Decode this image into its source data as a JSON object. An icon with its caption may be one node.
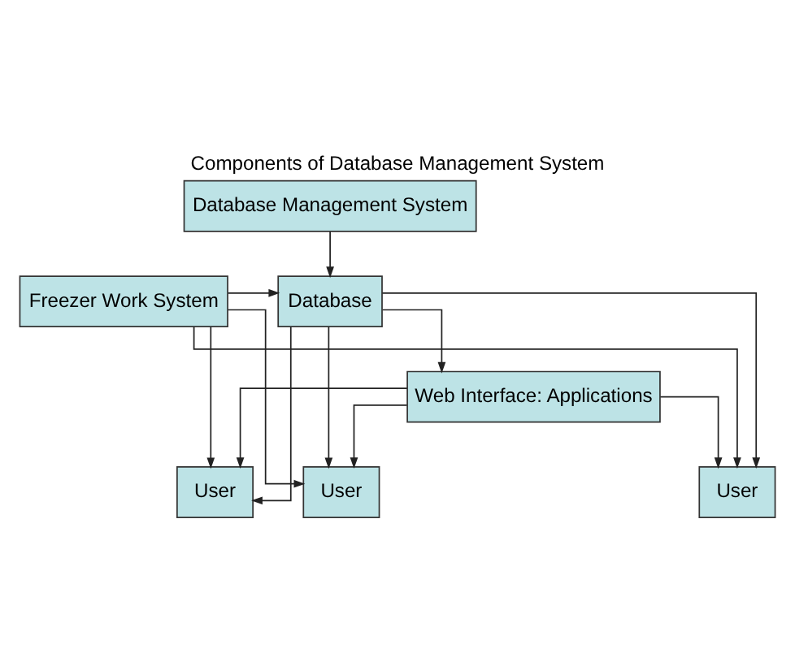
{
  "diagram": {
    "title": "Components of Database Management System",
    "nodes": [
      {
        "text": [
          "Database Management System"
        ]
      },
      {
        "text": [
          "Freezer Work System"
        ]
      },
      {
        "text": [
          "Database"
        ]
      },
      {
        "text": [
          "Web Interface: Applications"
        ]
      },
      {
        "text": [
          "User"
        ]
      },
      {
        "text": [
          "User"
        ]
      },
      {
        "text": [
          "User"
        ]
      }
    ],
    "edges": [
      {
        "from": 0,
        "to": 2,
        "arrow": "to"
      },
      {
        "from": 1,
        "to": 2,
        "arrow": "to"
      },
      {
        "from": 2,
        "to": 3,
        "arrow": "to"
      },
      {
        "from": 1,
        "to": 4,
        "arrow": "to"
      },
      {
        "from": 1,
        "to": 5,
        "arrow": "to"
      },
      {
        "from": 1,
        "to": 6,
        "arrow": "to"
      },
      {
        "from": 3,
        "to": 4,
        "arrow": "to"
      },
      {
        "from": 3,
        "to": 5,
        "arrow": "to"
      },
      {
        "from": 3,
        "to": 6,
        "arrow": "to"
      },
      {
        "from": 2,
        "to": 4,
        "arrow": "to"
      },
      {
        "from": 2,
        "to": 5,
        "arrow": "to"
      },
      {
        "from": 2,
        "to": 6,
        "arrow": "to"
      }
    ]
  }
}
